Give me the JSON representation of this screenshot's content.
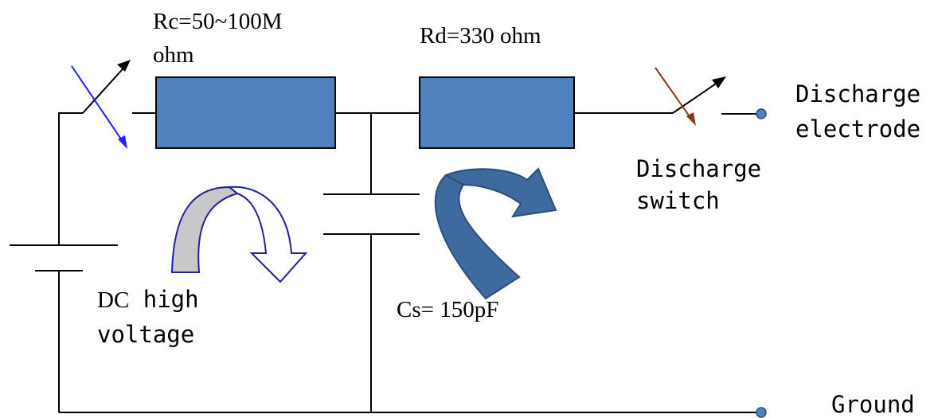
{
  "labels": {
    "rc_line1": "Rc=50~100M",
    "rc_line2": "ohm",
    "rd": "Rd=330 ohm",
    "cs": "Cs= 150pF",
    "dc_line1": "DC",
    "dc_line1_rest": " high",
    "dc_line2": "voltage",
    "discharge_switch_line1": "Discharge",
    "discharge_switch_line2": "switch",
    "electrode_line1": "Discharge",
    "electrode_line2": "electrode",
    "ground": "Ground"
  },
  "colors": {
    "resistor_fill": "#4f81bd",
    "resistor_stroke": "#000000",
    "charge_arrow_fill": "#c8c8c8",
    "charge_arrow_outline": "#1f1fa0",
    "discharge_arrow_fill": "#3f6aa0",
    "discharge_arrow_outline": "#2a4d78",
    "switch1_arrow": "#1f1fff",
    "switch2_arrow": "#8b3a1a",
    "terminal_fill": "#4f81bd"
  }
}
